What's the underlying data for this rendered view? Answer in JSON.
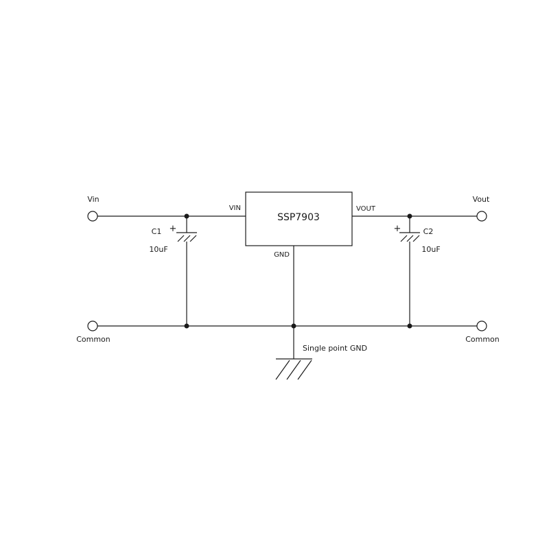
{
  "diagram": {
    "type": "circuit-schematic",
    "chip": {
      "name": "SSP7903",
      "pins": {
        "vin": "VIN",
        "vout": "VOUT",
        "gnd": "GND"
      }
    },
    "terminals": {
      "input": "Vin",
      "output": "Vout",
      "common_left": "Common",
      "common_right": "Common"
    },
    "capacitors": {
      "c1": {
        "ref": "C1",
        "value": "10uF",
        "polarity": "+"
      },
      "c2": {
        "ref": "C2",
        "value": "10uF",
        "polarity": "+"
      }
    },
    "notes": {
      "ground": "Single point GND"
    },
    "colors": {
      "line": "#1a1a1a",
      "background": "#ffffff"
    }
  }
}
